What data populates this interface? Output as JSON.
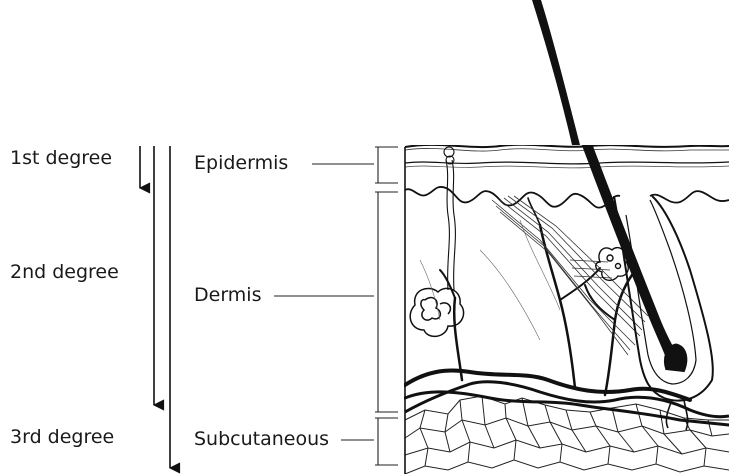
{
  "burn_degrees": {
    "first": "1st degree",
    "second": "2nd degree",
    "third": "3rd degree"
  },
  "skin_layers": {
    "epidermis": "Epidermis",
    "dermis": "Dermis",
    "subcutaneous": "Subcutaneous"
  },
  "colors": {
    "ink": "#111111",
    "paper": "#ffffff",
    "fine_line": "#555555"
  }
}
